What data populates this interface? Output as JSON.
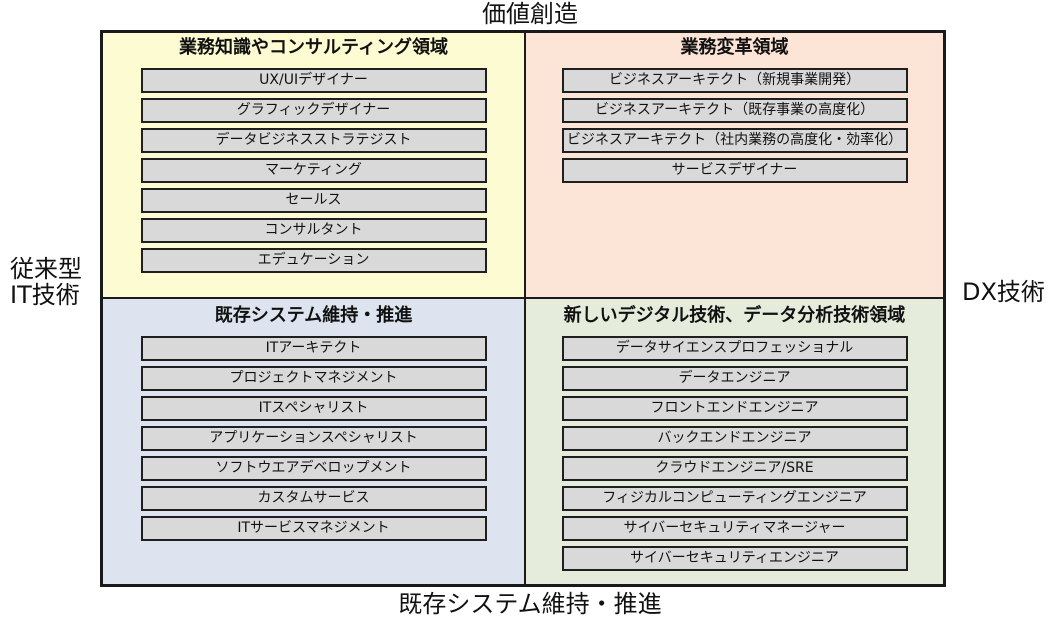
{
  "axes": {
    "top": "価値創造",
    "bottom": "既存システム維持・推進",
    "left_line1": "従来型",
    "left_line2": "IT技術",
    "right": "DX技術"
  },
  "quadrants": {
    "top_left": {
      "title": "業務知識やコンサルティング領域",
      "items": [
        "UX/UIデザイナー",
        "グラフィックデザイナー",
        "データビジネスストラテジスト",
        "マーケティング",
        "セールス",
        "コンサルタント",
        "エデュケーション"
      ]
    },
    "top_right": {
      "title": "業務変革領域",
      "items": [
        "ビジネスアーキテクト（新規事業開発）",
        "ビジネスアーキテクト（既存事業の高度化）",
        "ビジネスアーキテクト（社内業務の高度化・効率化）",
        "サービスデザイナー"
      ]
    },
    "bottom_left": {
      "title": "既存システム維持・推進",
      "items": [
        "ITアーキテクト",
        "プロジェクトマネジメント",
        "ITスペシャリスト",
        "アプリケーションスペシャリスト",
        "ソフトウエアデベロップメント",
        "カスタムサービス",
        "ITサービスマネジメント"
      ]
    },
    "bottom_right": {
      "title": "新しいデジタル技術、データ分析技術領域",
      "items": [
        "データサイエンスプロフェッショナル",
        "データエンジニア",
        "フロントエンドエンジニア",
        "バックエンドエンジニア",
        "クラウドエンジニア/SRE",
        "フィジカルコンピューティングエンジニア",
        "サイバーセキュリティマネージャー",
        "サイバーセキュリティエンジニア"
      ]
    }
  },
  "colors": {
    "top_left": "#fdfbd1",
    "top_right": "#fce4d6",
    "bottom_left": "#dde4f0",
    "bottom_right": "#e5ecdc",
    "item_fill": "#d9d9d9"
  }
}
